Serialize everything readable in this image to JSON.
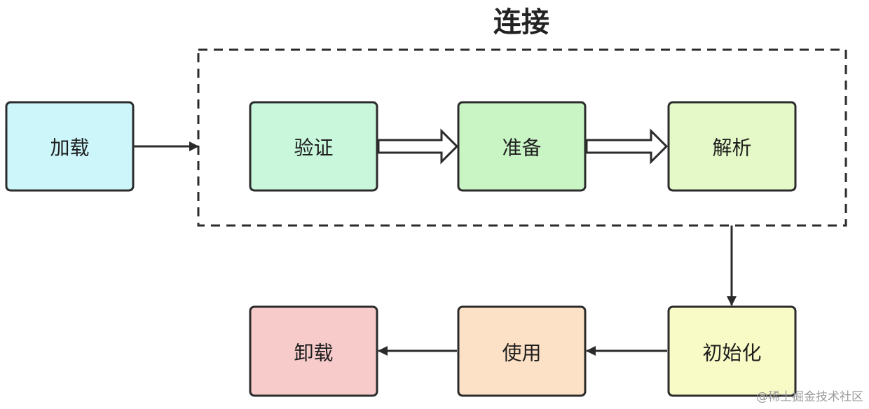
{
  "title": "连接",
  "nodes": {
    "load": {
      "label": "加载",
      "fill": "#cdf6fb"
    },
    "verify": {
      "label": "验证",
      "fill": "#c8f7dc"
    },
    "prepare": {
      "label": "准备",
      "fill": "#c9f5c5"
    },
    "resolve": {
      "label": "解析",
      "fill": "#e5f9c8"
    },
    "initialize": {
      "label": "初始化",
      "fill": "#f9fbc6"
    },
    "use": {
      "label": "使用",
      "fill": "#fde1c6"
    },
    "unload": {
      "label": "卸载",
      "fill": "#f8cbcb"
    }
  },
  "watermark": "@稀土掘金技术社区",
  "colors": {
    "stroke": "#2b2b2b",
    "arrow": "#2b2b2b",
    "dashed_group": "#2b2b2b"
  }
}
